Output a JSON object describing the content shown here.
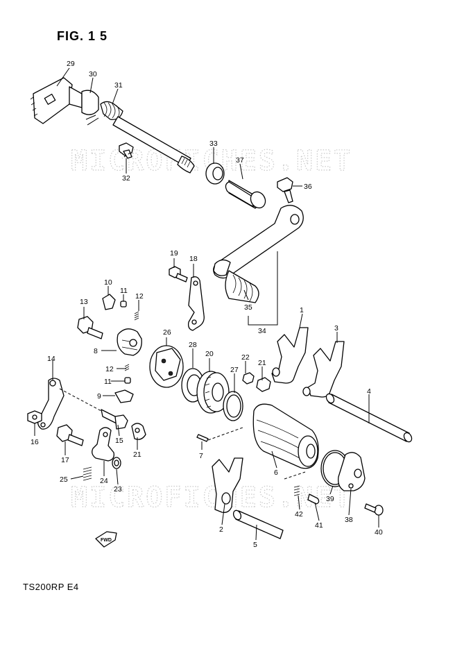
{
  "figure": {
    "title": "FIG. 1 5",
    "footer": "TS200RP  E4",
    "watermark": "MICROFICHES.NET",
    "fwd_label": "FWD"
  },
  "callouts": {
    "c1": "1",
    "c2": "2",
    "c3": "3",
    "c4": "4",
    "c5": "5",
    "c6": "6",
    "c7": "7",
    "c8": "8",
    "c9": "9",
    "c10": "10",
    "c11a": "11",
    "c11b": "11",
    "c12a": "12",
    "c12b": "12",
    "c13": "13",
    "c14": "14",
    "c15": "15",
    "c16": "16",
    "c17": "17",
    "c18": "18",
    "c19": "19",
    "c20": "20",
    "c21a": "21",
    "c21b": "21",
    "c22": "22",
    "c23": "23",
    "c24": "24",
    "c25": "25",
    "c26": "26",
    "c27": "27",
    "c28": "28",
    "c29": "29",
    "c30": "30",
    "c31": "31",
    "c32": "32",
    "c33": "33",
    "c34": "34",
    "c35": "35",
    "c36": "36",
    "c37": "37",
    "c38": "38",
    "c39": "39",
    "c40": "40",
    "c41": "41",
    "c42": "42"
  }
}
